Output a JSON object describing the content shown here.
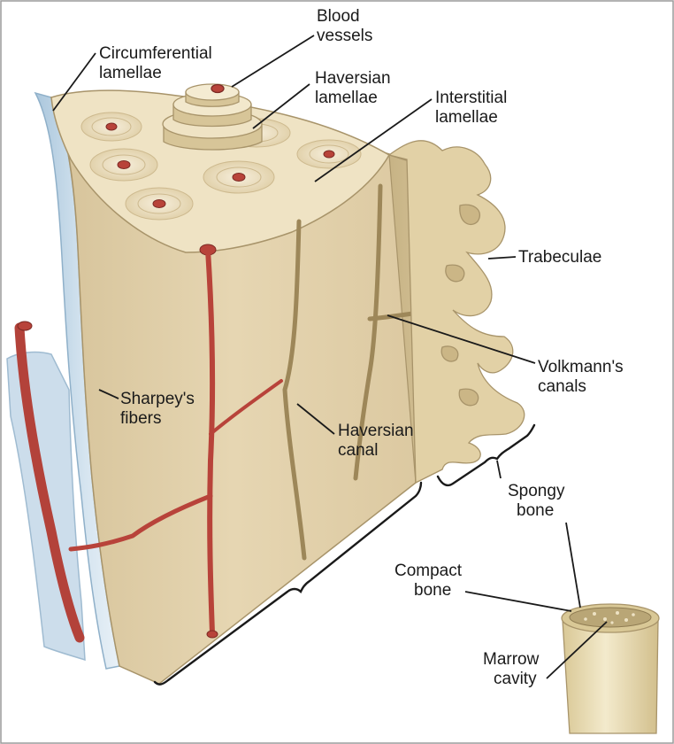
{
  "labels": {
    "blood_vessels": [
      "Blood",
      "vessels"
    ],
    "circumferential_lamellae": [
      "Circumferential",
      "lamellae"
    ],
    "haversian_lamellae": [
      "Haversian",
      "lamellae"
    ],
    "interstitial_lamellae": [
      "Interstitial",
      "lamellae"
    ],
    "trabeculae": [
      "Trabeculae"
    ],
    "volkmanns_canals": [
      "Volkmann's",
      "canals"
    ],
    "sharpeys_fibers": [
      "Sharpey's",
      "fibers"
    ],
    "haversian_canal": [
      "Haversian",
      "canal"
    ],
    "spongy_bone": [
      "Spongy",
      "bone"
    ],
    "compact_bone": [
      "Compact",
      "bone"
    ],
    "marrow_cavity": [
      "Marrow",
      "cavity"
    ]
  },
  "colors": {
    "bone": "#e3d3ad",
    "bone_dark": "#c9b68a",
    "bone_top": "#efe3c4",
    "periosteum": "#c9dcea",
    "vessel": "#b8433a",
    "leader": "#1a1a1a"
  }
}
